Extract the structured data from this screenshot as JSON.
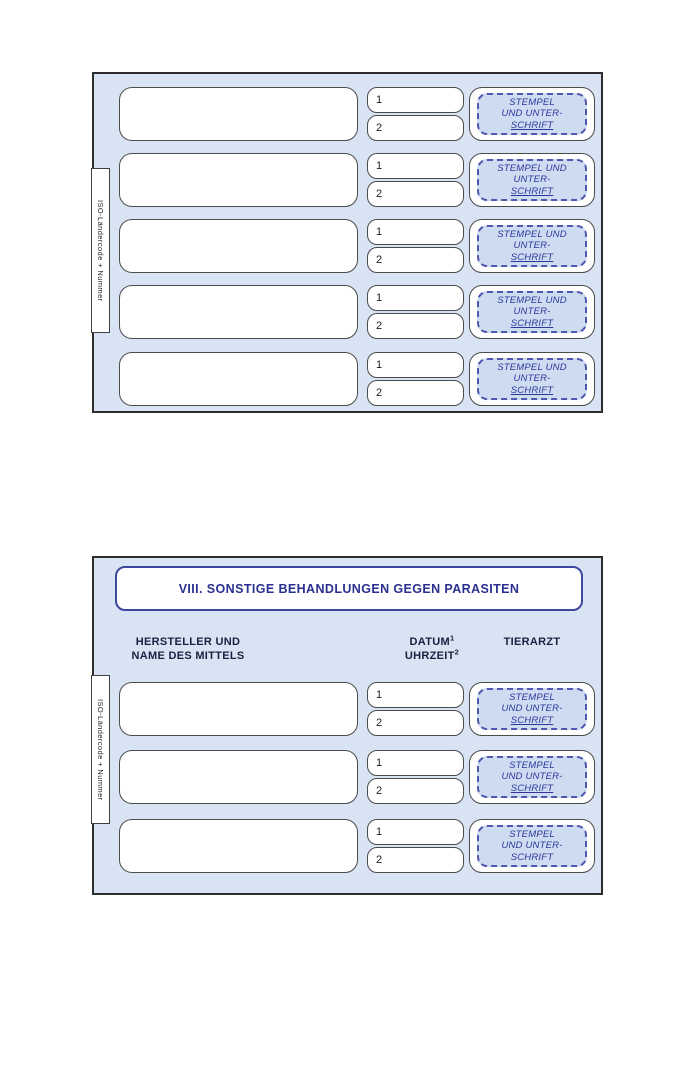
{
  "colors": {
    "panel_bg": "#d8e4f3",
    "panel_border": "#2d2d2d",
    "box_border": "#4b4b4b",
    "stamp_fill": "#cddcf1",
    "stamp_blue": "#2f369c",
    "title_blue": "#2a3190",
    "header_text": "#1a2040"
  },
  "panel_top": {
    "iso_label": "ISO-Ländercode + Nummer",
    "rows": [
      {
        "num1": "1",
        "num2": "2",
        "stamp": {
          "line1": "STEMPEL",
          "line2": "UND UNTER-",
          "line3": "SCHRIFT"
        }
      },
      {
        "num1": "1",
        "num2": "2",
        "stamp": {
          "line1": "STEMPEL UND",
          "line2": "UNTER-",
          "line3": "SCHRIFT"
        }
      },
      {
        "num1": "1",
        "num2": "2",
        "stamp": {
          "line1": "STEMPEL UND",
          "line2": "UNTER-",
          "line3": "SCHRIFT"
        }
      },
      {
        "num1": "1",
        "num2": "2",
        "stamp": {
          "line1": "STEMPEL UND",
          "line2": "UNTER-",
          "line3": "SCHRIFT"
        }
      },
      {
        "num1": "1",
        "num2": "2",
        "stamp": {
          "line1": "STEMPEL UND",
          "line2": "UNTER-",
          "line3": "SCHRIFT"
        }
      }
    ]
  },
  "panel_bottom": {
    "title": "VIII. SONSTIGE BEHANDLUNGEN GEGEN PARASITEN",
    "headers": {
      "col1_line1": "HERSTELLER UND",
      "col1_line2": "NAME DES MITTELS",
      "col2_line1_base": "DATUM",
      "col2_line1_sup": "1",
      "col2_line2_base": "UHRZEIT",
      "col2_line2_sup": "2",
      "col3": "TIERARZT"
    },
    "iso_label": "ISO-Ländercode + Nummer",
    "rows": [
      {
        "num1": "1",
        "num2": "2",
        "stamp": {
          "line1": "STEMPEL",
          "line2": "UND UNTER-",
          "line3": "SCHRIFT"
        }
      },
      {
        "num1": "1",
        "num2": "2",
        "stamp": {
          "line1": "STEMPEL",
          "line2": "UND UNTER-",
          "line3": "SCHRIFT"
        }
      },
      {
        "num1": "1",
        "num2": "2",
        "stamp": {
          "line1": "STEMPEL",
          "line2": "UND UNTER-",
          "line3": "SCHRIFT"
        }
      }
    ]
  }
}
